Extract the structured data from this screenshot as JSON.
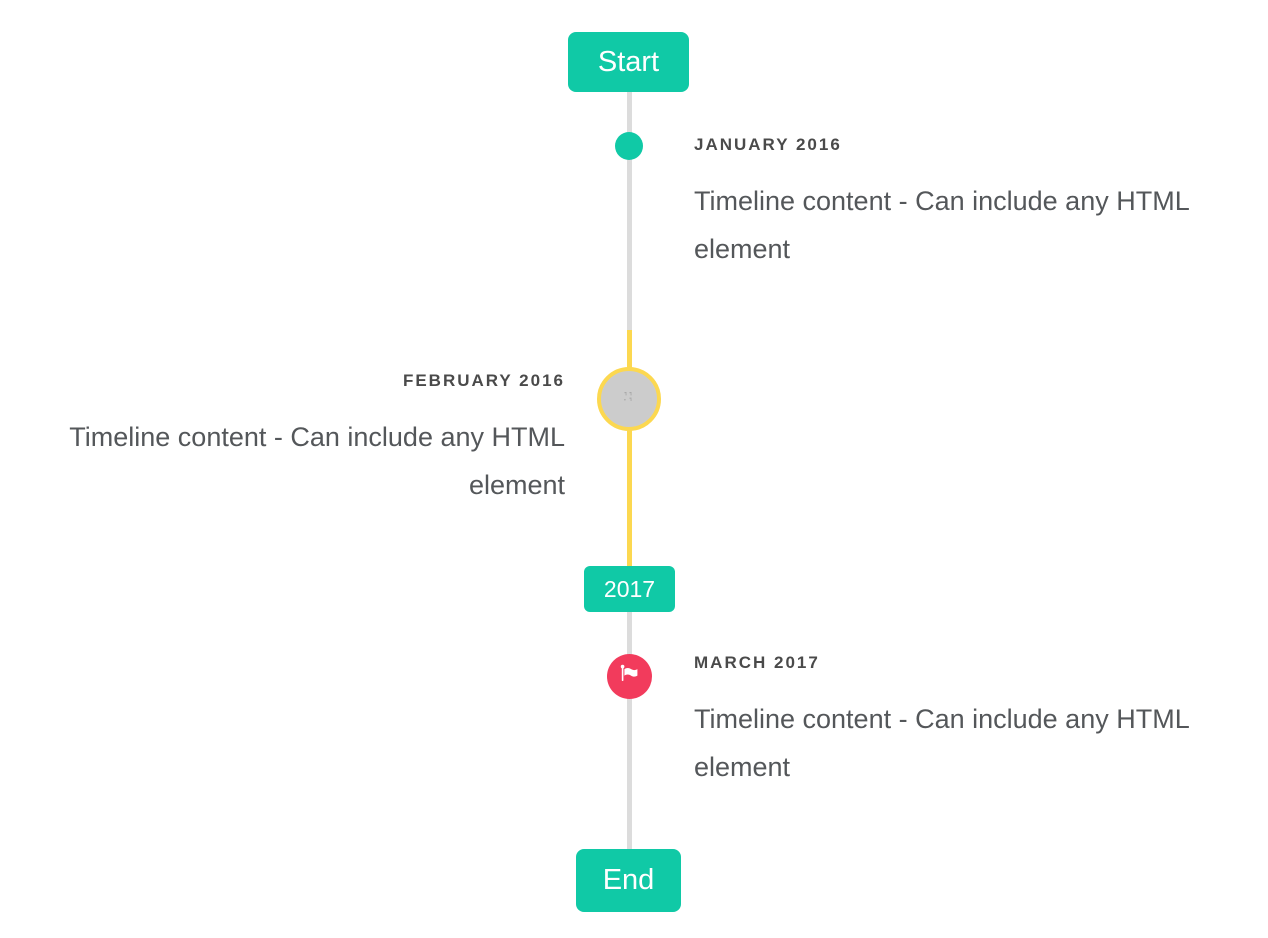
{
  "timeline": {
    "start_label": "Start",
    "year_label": "2017",
    "end_label": "End",
    "colors": {
      "teal": "#10c9a6",
      "yellow": "#fcd850",
      "red": "#f23b5c",
      "line_gray": "#dcdcdc",
      "dot_gray_fill": "#cccccc",
      "heading_text": "#4a4a4a",
      "body_text": "#54575a"
    },
    "events": [
      {
        "heading": "JANUARY 2016",
        "body": "Timeline content - Can include any HTML element",
        "side": "right",
        "marker": "teal-dot"
      },
      {
        "heading": "FEBRUARY 2016",
        "body": "Timeline content - Can include any HTML element",
        "side": "left",
        "marker": "gray-image-circle-highlighted"
      },
      {
        "heading": "MARCH 2017",
        "body": "Timeline content - Can include any HTML element",
        "side": "right",
        "marker": "red-flag-circle"
      }
    ]
  }
}
